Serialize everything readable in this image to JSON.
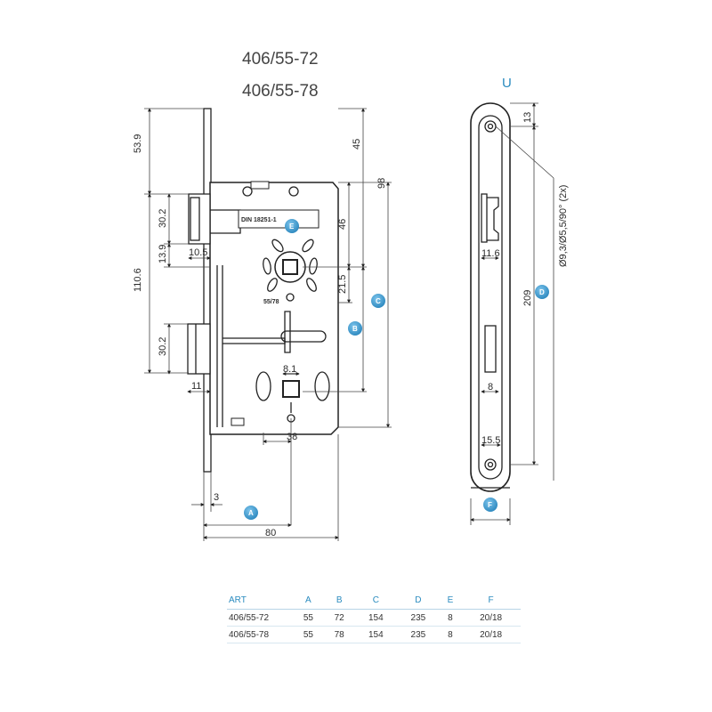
{
  "titles": [
    "406/55-72",
    "406/55-78"
  ],
  "side_view_label": "U",
  "dimensions": {
    "d539": "53.9",
    "d302a": "30.2",
    "d139": "13.9",
    "d1106": "110.6",
    "d302b": "30.2",
    "d11": "11",
    "d105": "10.5",
    "d45": "45",
    "d98": "98",
    "d46": "46",
    "d215": "21.5",
    "d81": "8.1",
    "d38": "38",
    "d3": "3",
    "d80": "80",
    "d13": "13",
    "d209": "209",
    "d116": "11.6",
    "d8": "8",
    "d155": "15.5",
    "hole_note": "Ø9,3/Ø5,5/90° (2x)"
  },
  "engravings": {
    "din": "DIN 18251-1",
    "model": "55/78"
  },
  "callouts": {
    "A": "A",
    "B": "B",
    "C": "C",
    "D": "D",
    "E": "E",
    "F": "F"
  },
  "table": {
    "headers": [
      "ART",
      "A",
      "B",
      "C",
      "D",
      "E",
      "F"
    ],
    "rows": [
      [
        "406/55-72",
        "55",
        "72",
        "154",
        "235",
        "8",
        "20/18"
      ],
      [
        "406/55-78",
        "55",
        "78",
        "154",
        "235",
        "8",
        "20/18"
      ]
    ]
  },
  "colors": {
    "line": "#222222",
    "callout": "#3a9bd0",
    "table_header": "#2a8bbf"
  }
}
